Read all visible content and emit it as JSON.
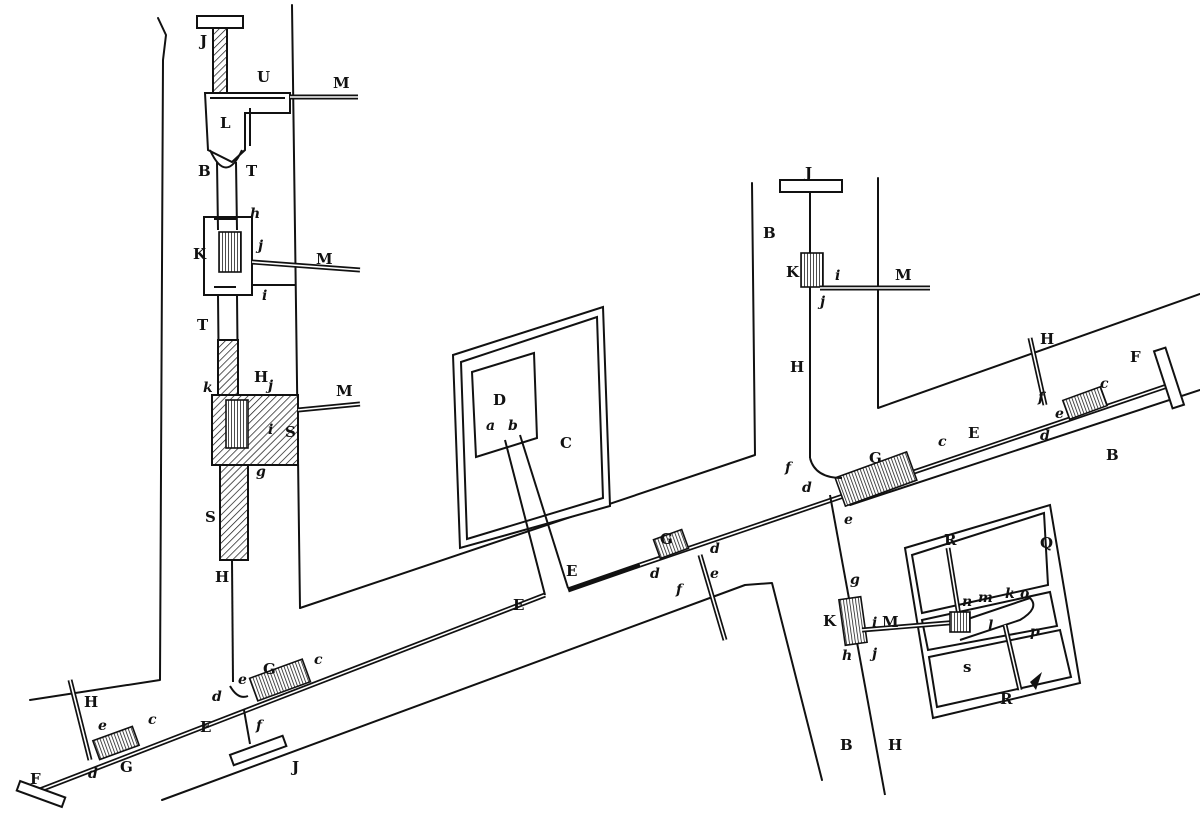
{
  "labels": {
    "J_top_left": "J",
    "U": "U",
    "M_top": "M",
    "L": "L",
    "B_left": "B",
    "T_upper": "T",
    "h_upper": "h",
    "K_left": "K",
    "j_left": "j",
    "M_mid_left": "M",
    "i_left": "i",
    "T_lower": "T",
    "k_left": "k",
    "H_left_chamber": "H",
    "j_left2": "j",
    "M_low_left": "M",
    "i_left2": "i",
    "S_right": "S",
    "g_left": "g",
    "S_left": "S",
    "H_left": "H",
    "D": "D",
    "a": "a",
    "b": "b",
    "C": "C",
    "E_left_wire": "E",
    "E_mid_wire": "E",
    "G_mid": "G",
    "d_mid": "d",
    "d_mid2": "d",
    "f_mid": "f",
    "e_mid": "e",
    "J_top_right": "J",
    "B_right": "B",
    "K_right": "K",
    "i_right": "i",
    "M_right": "M",
    "j_right": "j",
    "H_right": "H",
    "f_right": "f",
    "d_right": "d",
    "G_right": "G",
    "c_right": "c",
    "E_right": "E",
    "e_far_right": "e",
    "f_far_right": "f",
    "d_far_right": "d",
    "c_far_right": "c",
    "H_far_right": "H",
    "F_right": "F",
    "B_far_right": "B",
    "e_right_down": "e",
    "g_right": "g",
    "K_lower_right": "K",
    "i_lower_right": "i",
    "M_lower_right": "M",
    "h_lower_right": "h",
    "j_lower_right": "j",
    "B_bottom": "B",
    "H_bottom": "H",
    "Q": "Q",
    "R_top": "R",
    "n": "n",
    "m": "m",
    "k_box": "k",
    "o": "o",
    "l": "l",
    "p": "p",
    "s": "s",
    "R_bottom": "R",
    "H_bottom_left": "H",
    "e_bl": "e",
    "c_bl": "c",
    "d_bl": "d",
    "G_bl": "G",
    "E_bl": "E",
    "F_left": "F",
    "d_center": "d",
    "e_center": "e",
    "G_center": "G",
    "c_center": "c",
    "f_center": "f",
    "J_bottom": "J"
  }
}
